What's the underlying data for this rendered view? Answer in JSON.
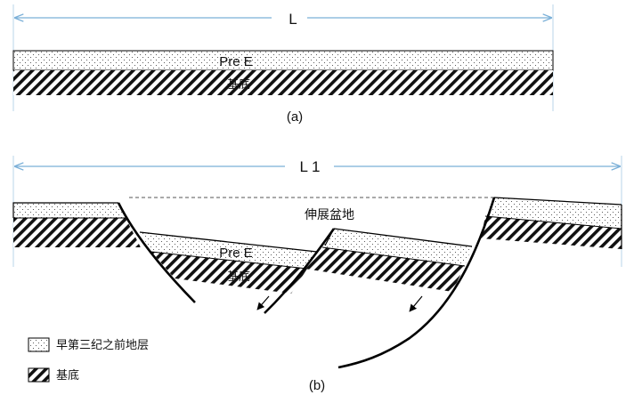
{
  "panel_a": {
    "dimension_label": "L",
    "layer_label": "Pre E",
    "basement_label": "基底",
    "caption": "(a)"
  },
  "panel_b": {
    "dimension_label": "L 1",
    "basin_label": "伸展盆地",
    "layer_label": "Pre E",
    "basement_label": "基底",
    "caption": "(b)"
  },
  "legend": {
    "items": [
      {
        "pattern": "dots",
        "label": "早第三纪之前地层"
      },
      {
        "pattern": "hatch",
        "label": "基底"
      }
    ]
  },
  "colors": {
    "dimension_line": "#7bb0d8",
    "outline": "#000000"
  }
}
